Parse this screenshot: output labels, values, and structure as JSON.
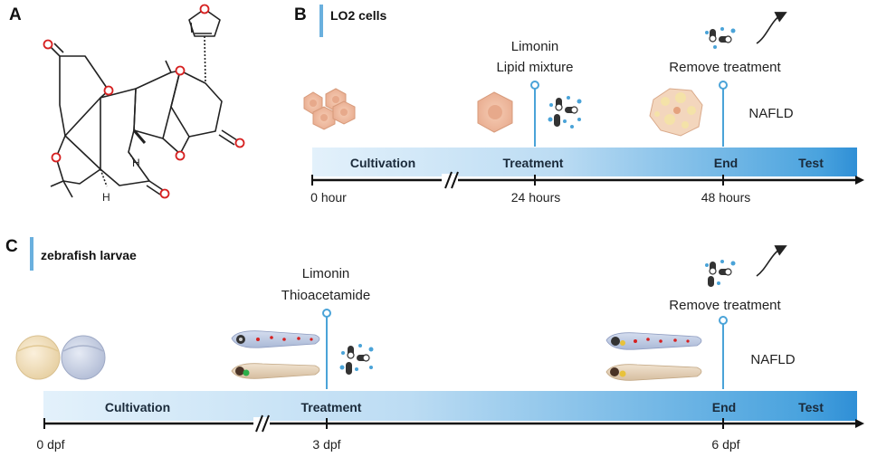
{
  "panels": {
    "a": {
      "label": "A",
      "structure": {
        "hydrogen_top": "H",
        "hydrogen_bottom": "H"
      }
    },
    "b": {
      "label": "B",
      "title": "LO2 cells",
      "treatment_line1": "Limonin",
      "treatment_line2": "Lipid mixture",
      "remove_label": "Remove treatment",
      "outcome": "NAFLD",
      "stages": [
        "Cultivation",
        "Treatment",
        "End",
        "Test"
      ],
      "ticks": [
        "0 hour",
        "24 hours",
        "48 hours"
      ]
    },
    "c": {
      "label": "C",
      "title": "zebrafish larvae",
      "treatment_line1": "Limonin",
      "treatment_line2": "Thioacetamide",
      "remove_label": "Remove treatment",
      "outcome": "NAFLD",
      "stages": [
        "Cultivation",
        "Treatment",
        "End",
        "Test"
      ],
      "ticks": [
        "0 dpf",
        "3 dpf",
        "6 dpf"
      ]
    }
  },
  "colors": {
    "accent_bar": "#6ab0de",
    "timeline_light": "#e3f1fb",
    "timeline_dark": "#2f8fd6",
    "marker": "#4aa3d8",
    "oxygen": "#d62020",
    "cell": "#f1c2a8",
    "cell_stroke": "#d79a7a"
  },
  "icons": [
    "cell-cluster-icon",
    "enlarged-cell-icon",
    "fatty-cell-icon",
    "drug-capsules-icon",
    "curved-arrow-icon",
    "embryo-icon",
    "zebrafish-larva-icon"
  ]
}
